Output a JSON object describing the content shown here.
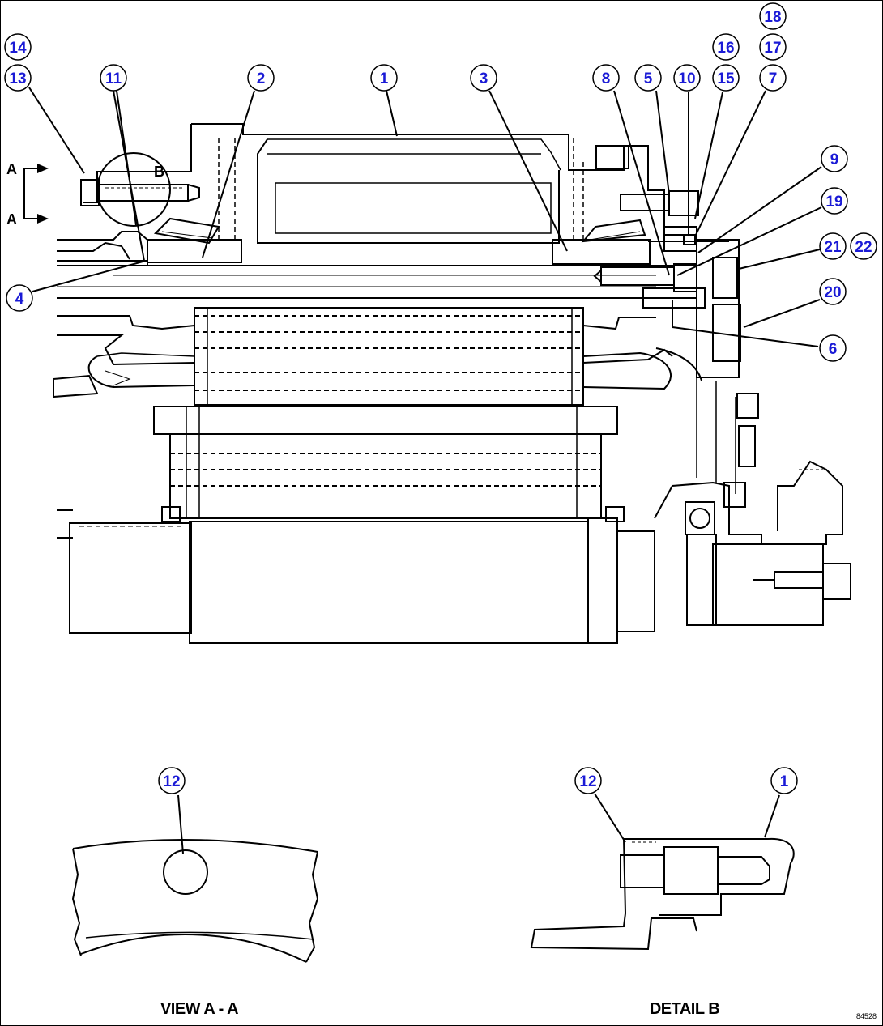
{
  "callouts": [
    {
      "id": "c14",
      "label": "14"
    },
    {
      "id": "c13",
      "label": "13"
    },
    {
      "id": "c11",
      "label": "11"
    },
    {
      "id": "c2",
      "label": "2"
    },
    {
      "id": "c1",
      "label": "1"
    },
    {
      "id": "c3",
      "label": "3"
    },
    {
      "id": "c8",
      "label": "8"
    },
    {
      "id": "c5",
      "label": "5"
    },
    {
      "id": "c10",
      "label": "10"
    },
    {
      "id": "c16",
      "label": "16"
    },
    {
      "id": "c15",
      "label": "15"
    },
    {
      "id": "c18",
      "label": "18"
    },
    {
      "id": "c17",
      "label": "17"
    },
    {
      "id": "c7",
      "label": "7"
    },
    {
      "id": "c9",
      "label": "9"
    },
    {
      "id": "c19",
      "label": "19"
    },
    {
      "id": "c21",
      "label": "21"
    },
    {
      "id": "c22",
      "label": "22"
    },
    {
      "id": "c20",
      "label": "20"
    },
    {
      "id": "c6",
      "label": "6"
    },
    {
      "id": "c4",
      "label": "4"
    },
    {
      "id": "c12a",
      "label": "12"
    },
    {
      "id": "c12b",
      "label": "12"
    },
    {
      "id": "c1b",
      "label": "1"
    }
  ],
  "section_marks": {
    "upper": "A",
    "lower": "A",
    "detail": "B"
  },
  "view_labels": {
    "view_a": "VIEW A - A",
    "detail_b": "DETAIL B"
  },
  "drawing_number": "84528",
  "colors": {
    "callout_text": "#1a1ad6",
    "line": "#000000",
    "background": "#ffffff"
  }
}
